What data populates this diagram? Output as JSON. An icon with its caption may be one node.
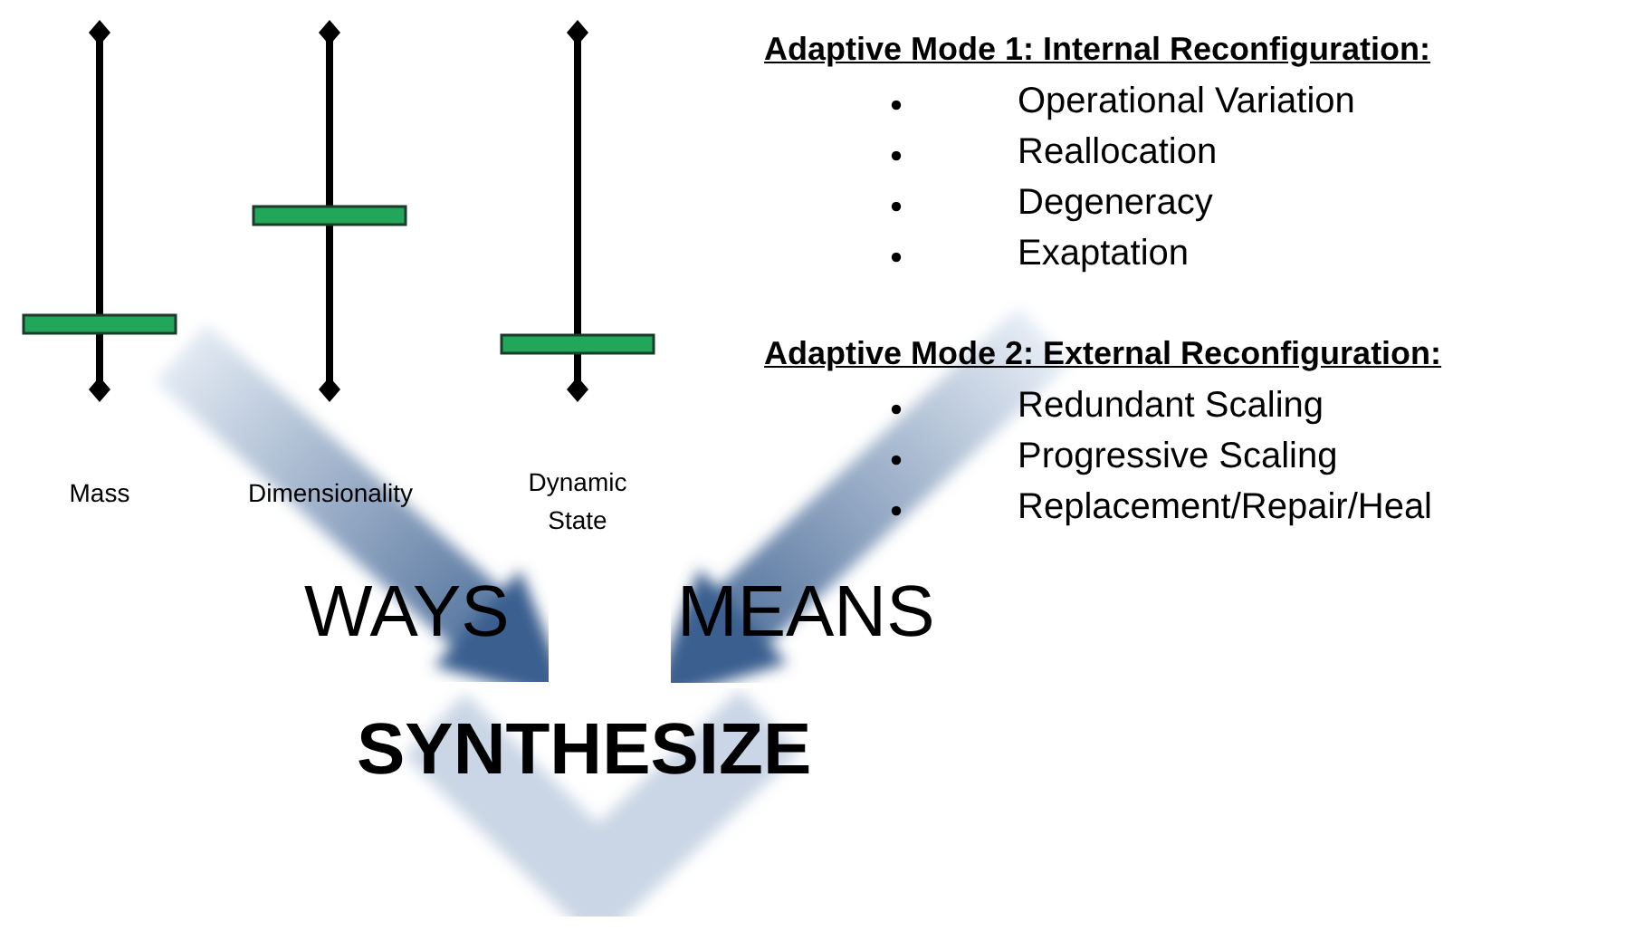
{
  "diagram": {
    "nodes": [
      {
        "text": [
          "Mass"
        ]
      },
      {
        "text": [
          "Adaptive Mode 1: Internal Reconfiguration:",
          "Operational Variation",
          "Reallocation",
          "Degeneracy",
          "Exaptation"
        ]
      },
      {
        "text": [
          "Adaptive Mode 2: External Reconfiguration:",
          "Redundant Scaling",
          "Progressive Scaling",
          "Replacement/Repair/Heal"
        ]
      },
      {
        "text": [
          "SYNTHESIZE"
        ]
      }
    ],
    "edges": [
      {
        "from": 0,
        "to": 3,
        "arrow": "to"
      },
      {
        "from": 2,
        "to": 3,
        "arrow": "to"
      }
    ],
    "labels": [
      "Dimensionality",
      "Dynamic State",
      "WAYS",
      "MEANS"
    ]
  }
}
